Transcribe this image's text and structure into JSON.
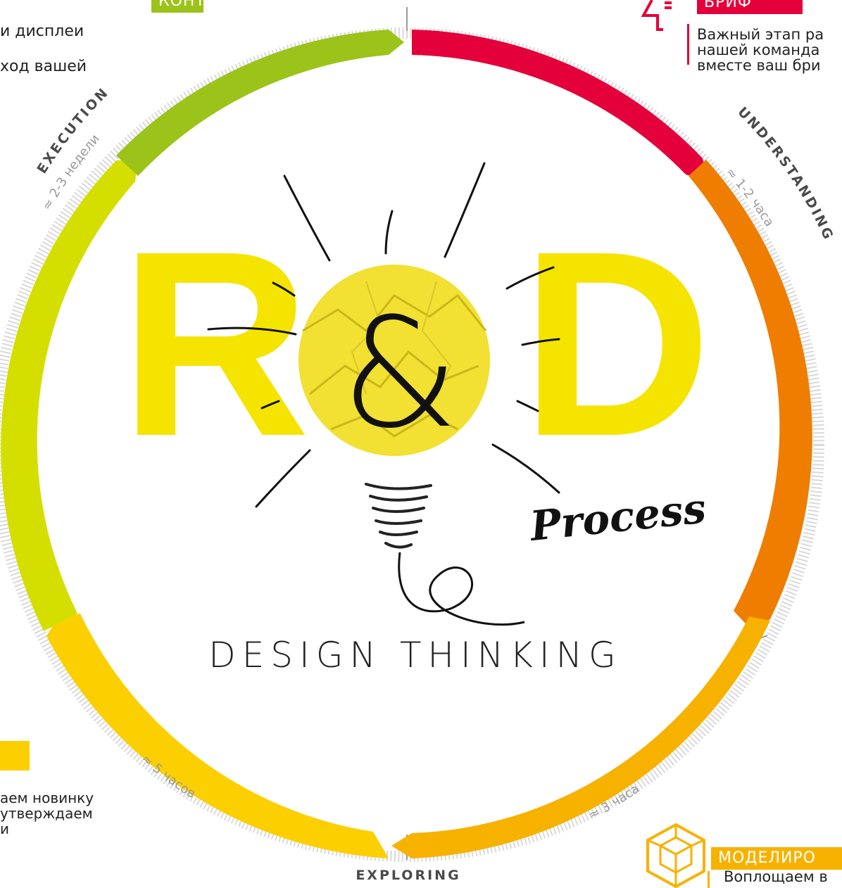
{
  "colors": {
    "red": "#e4003a",
    "orange": "#ee7d00",
    "amber": "#f7b200",
    "yellow": "#fccf00",
    "lime": "#d4df00",
    "green": "#9cc31a",
    "bright_yellow": "#f5e400",
    "tick_gray": "#d9d9d9"
  },
  "top_left": {
    "label": "КОНТРОЛЬ",
    "line1": "и дисплеи",
    "line2": "ход вашей"
  },
  "top_right": {
    "label": "БРИФ",
    "icon": "lightbulb-icon",
    "line1": "Важный этап ра",
    "line2": "нашей команда",
    "line3": "вместе ваш бри"
  },
  "bottom_left": {
    "line1": "аем новинку",
    "line2": "утверждаем",
    "line3": "и"
  },
  "bottom_right": {
    "label": "МОДЕЛИРО",
    "icon": "cube-icon",
    "line1": "Воплощаем в"
  },
  "phases": {
    "execution": "EXECUTION",
    "understanding": "UNDERSTANDING",
    "exploring": "EXPLORING"
  },
  "durations": {
    "execution": "≈ 2-3 недели",
    "understanding": "≈ 1-2 часа",
    "left_bottom": "≈ 5 часов",
    "right_bottom": "≈ 3 часа"
  },
  "center": {
    "letter_r": "R",
    "ampersand": "&",
    "letter_d": "D",
    "process": "Process",
    "design_thinking": "DESIGN THINKING"
  }
}
